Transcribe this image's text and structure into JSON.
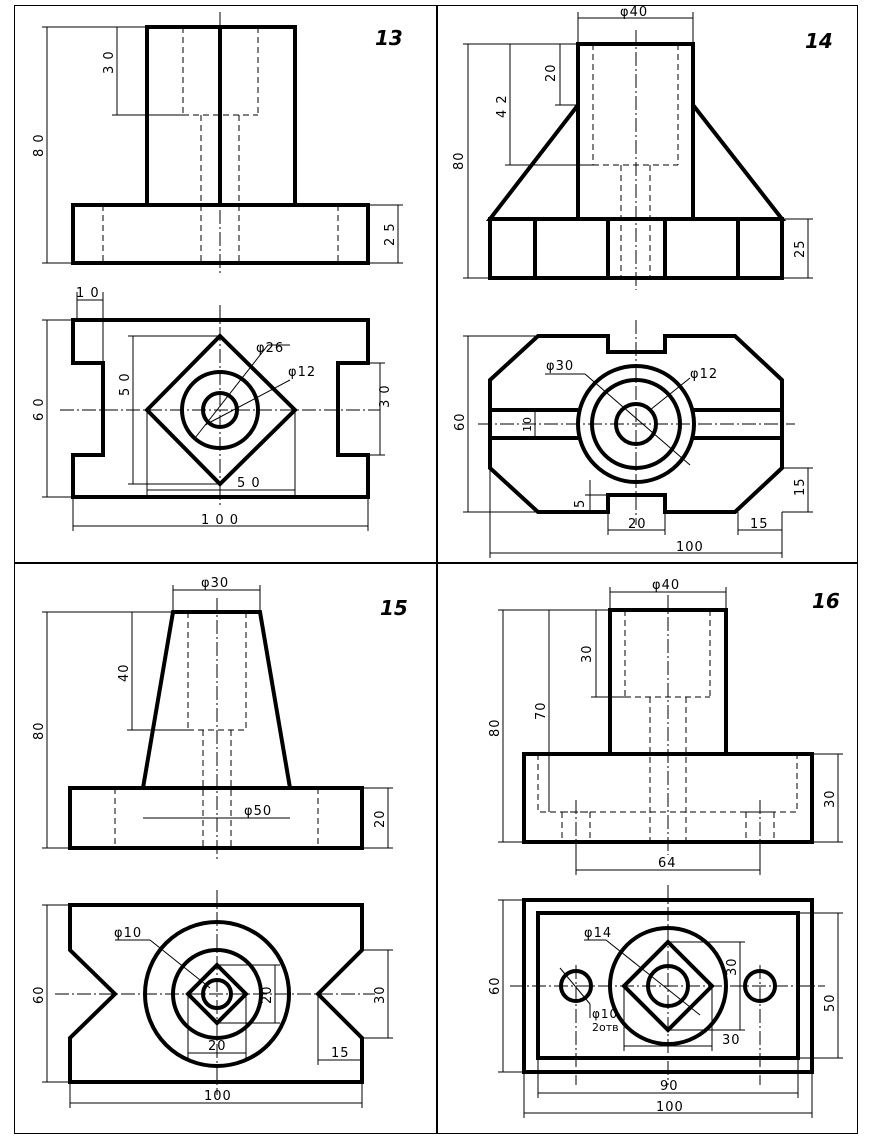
{
  "drawings": [
    {
      "number": "13",
      "dims": {
        "d30": "3 0",
        "d80": "8 0",
        "d25": "2 5",
        "d10": "1 0",
        "phi26": "φ26",
        "phi12": "φ12",
        "d50v": "5 0",
        "d60": "6 0",
        "d30b": "3 0",
        "d50h": "5 0",
        "d100": "1 0 0"
      }
    },
    {
      "number": "14",
      "dims": {
        "phi40": "φ40",
        "d20": "20",
        "d42": "4 2",
        "d80": "80",
        "d25": "25",
        "phi30": "φ30",
        "phi12": "φ12",
        "d60": "60",
        "d10": "10",
        "d5": "5",
        "d20b": "20",
        "d15v": "15",
        "d15h": "15",
        "d100": "100"
      }
    },
    {
      "number": "15",
      "dims": {
        "phi30": "φ30",
        "d40": "40",
        "d80": "80",
        "phi50": "φ50",
        "d20": "20",
        "phi10": "φ10",
        "d20v": "20",
        "d60": "60",
        "d30": "30",
        "d20h": "20",
        "d15": "15",
        "d100": "100"
      }
    },
    {
      "number": "16",
      "dims": {
        "phi40": "φ40",
        "d30": "30",
        "d70": "70",
        "d80": "80",
        "d30b": "30",
        "d64": "64",
        "phi14": "φ14",
        "d30v": "30",
        "d60": "60",
        "phi10": "φ10",
        "holes": "2отв",
        "d30h": "30",
        "d50": "50",
        "d90": "90",
        "d100": "100"
      }
    }
  ]
}
